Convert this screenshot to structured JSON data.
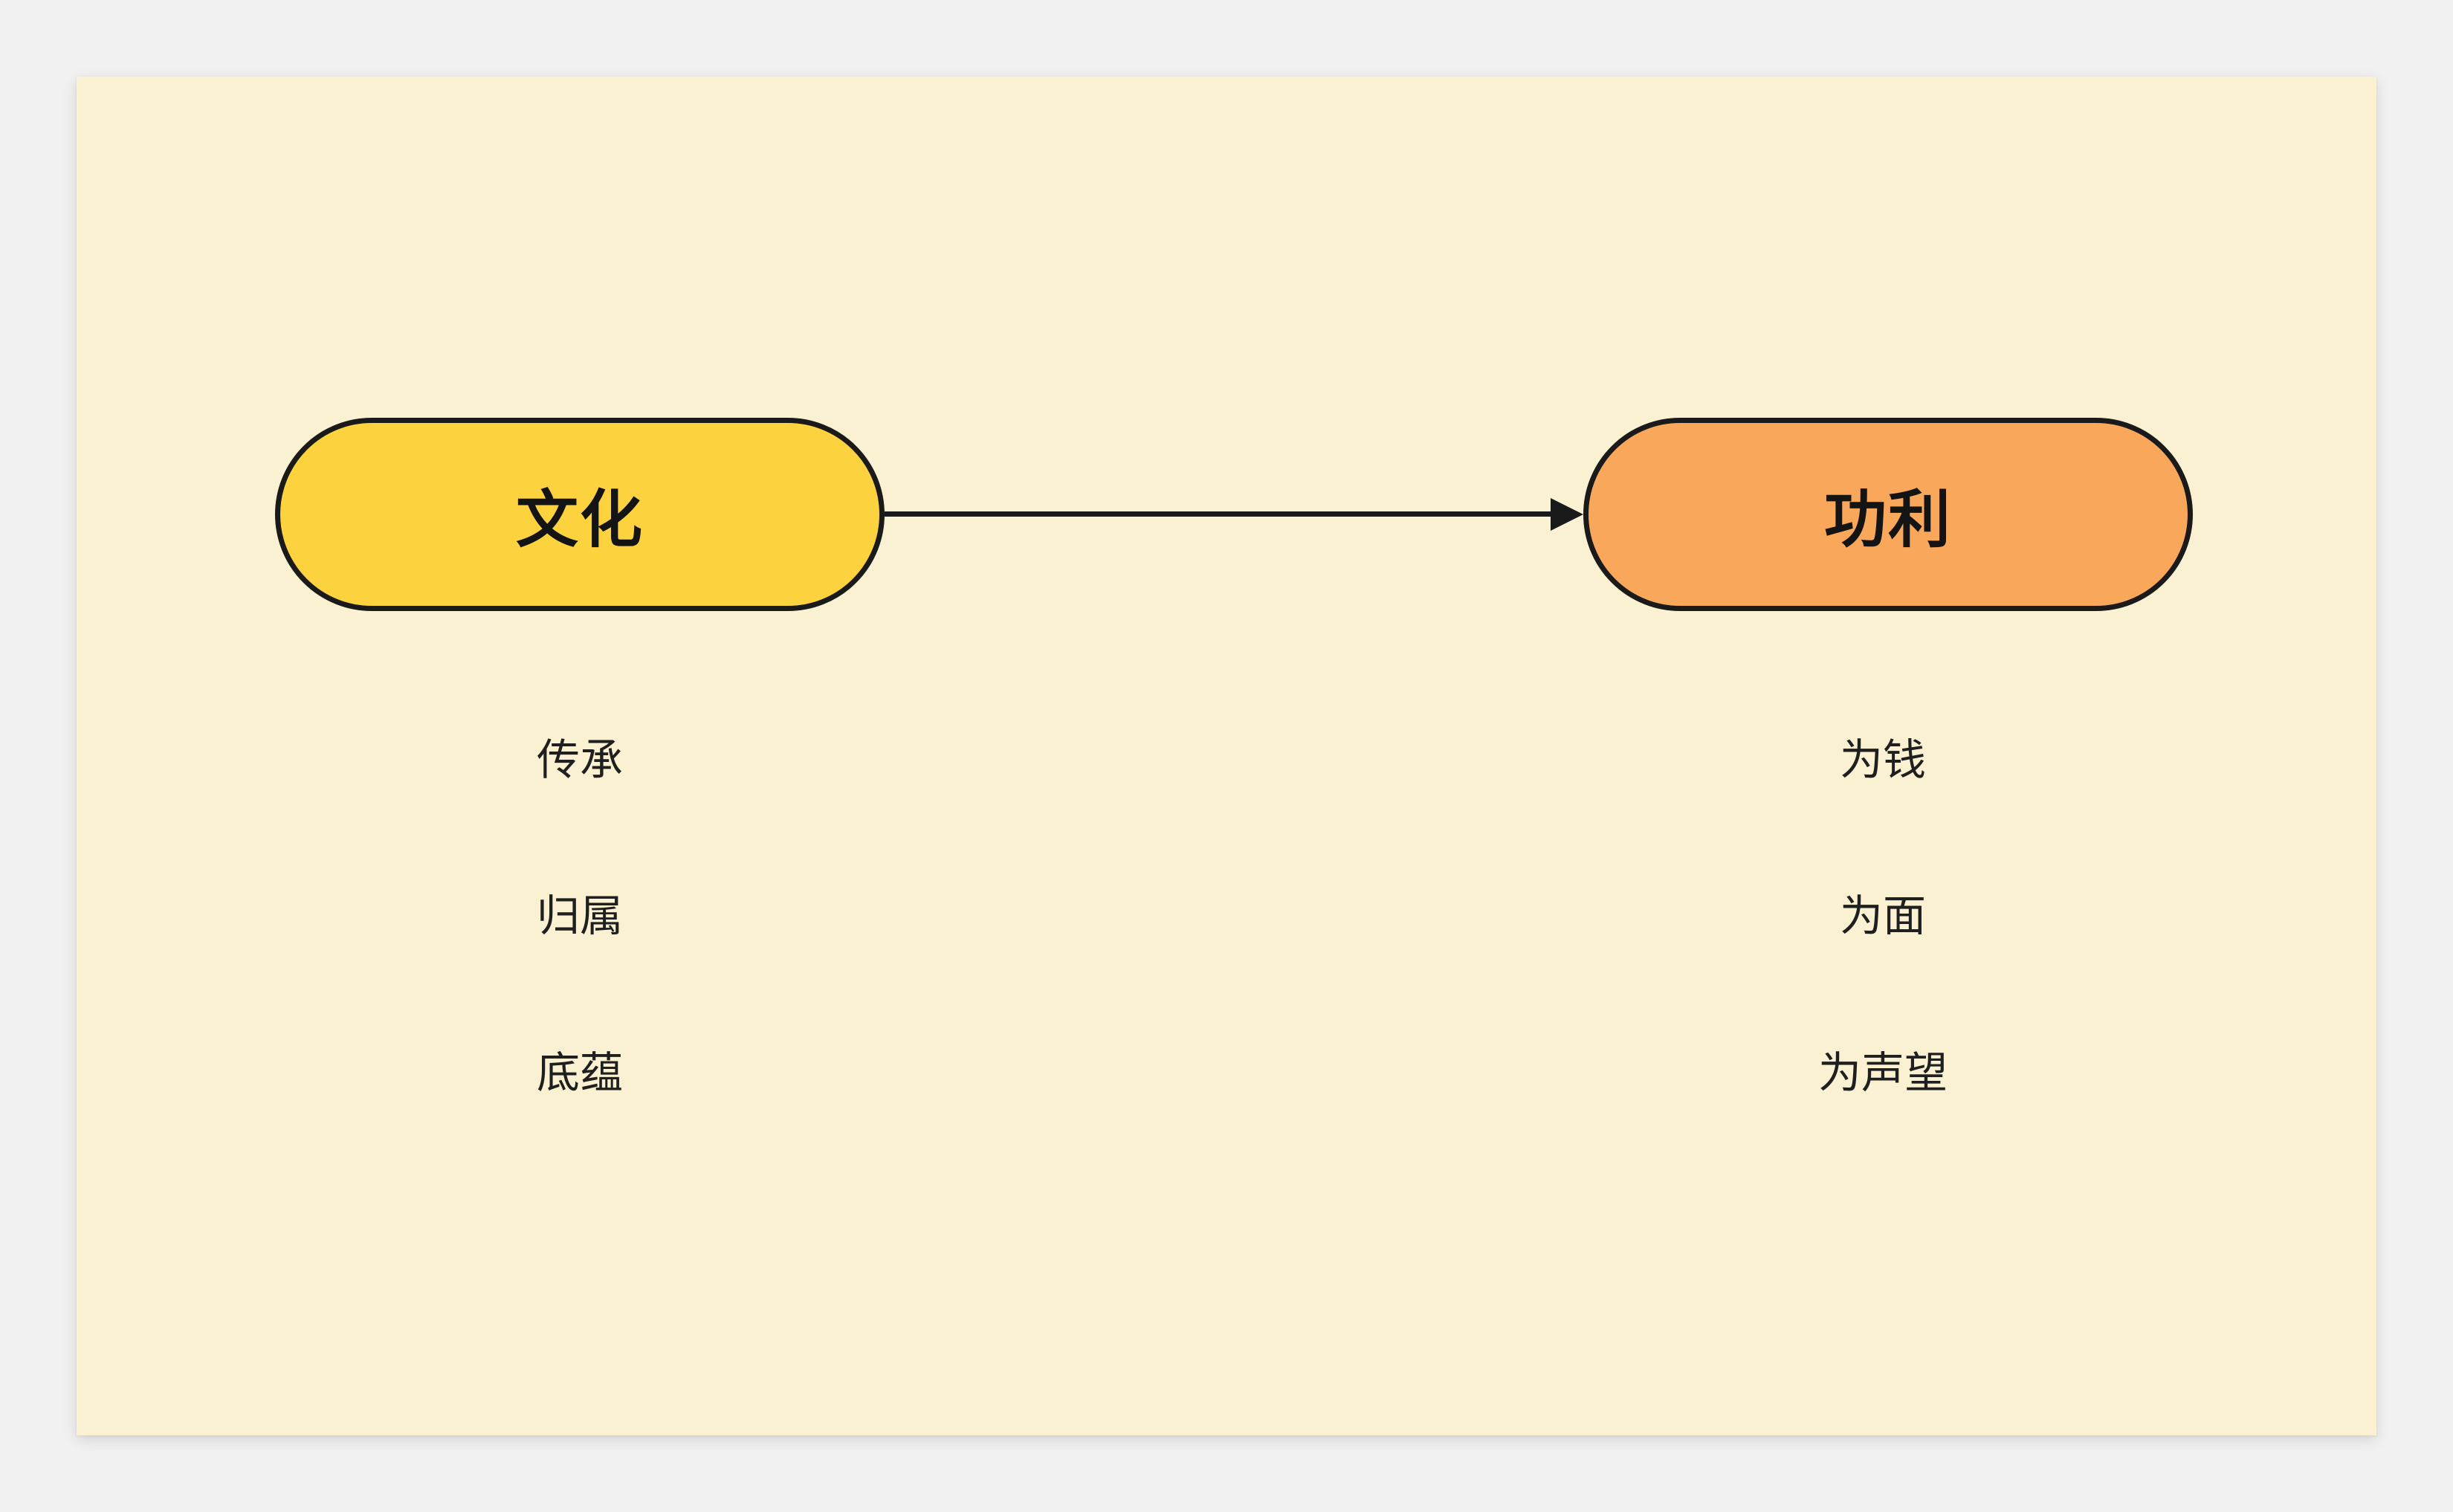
{
  "canvas": {
    "outer_background": "#F1F1F1",
    "panel_background": "#FAF0D2",
    "text_color": "#1F1F1F"
  },
  "diagram": {
    "nodes": {
      "culture": {
        "label": "文化",
        "fill": "#FCD23E",
        "border": "#1A1A1A"
      },
      "utility": {
        "label": "功利",
        "fill": "#F9A85B",
        "border": "#1A1A1A"
      }
    },
    "edge": {
      "from": "文化",
      "to": "功利",
      "direction": "right",
      "color": "#1A1A1A"
    },
    "culture_points": [
      "传承",
      "归属",
      "底蕴"
    ],
    "utility_points": [
      "为钱",
      "为面",
      "为声望"
    ]
  }
}
